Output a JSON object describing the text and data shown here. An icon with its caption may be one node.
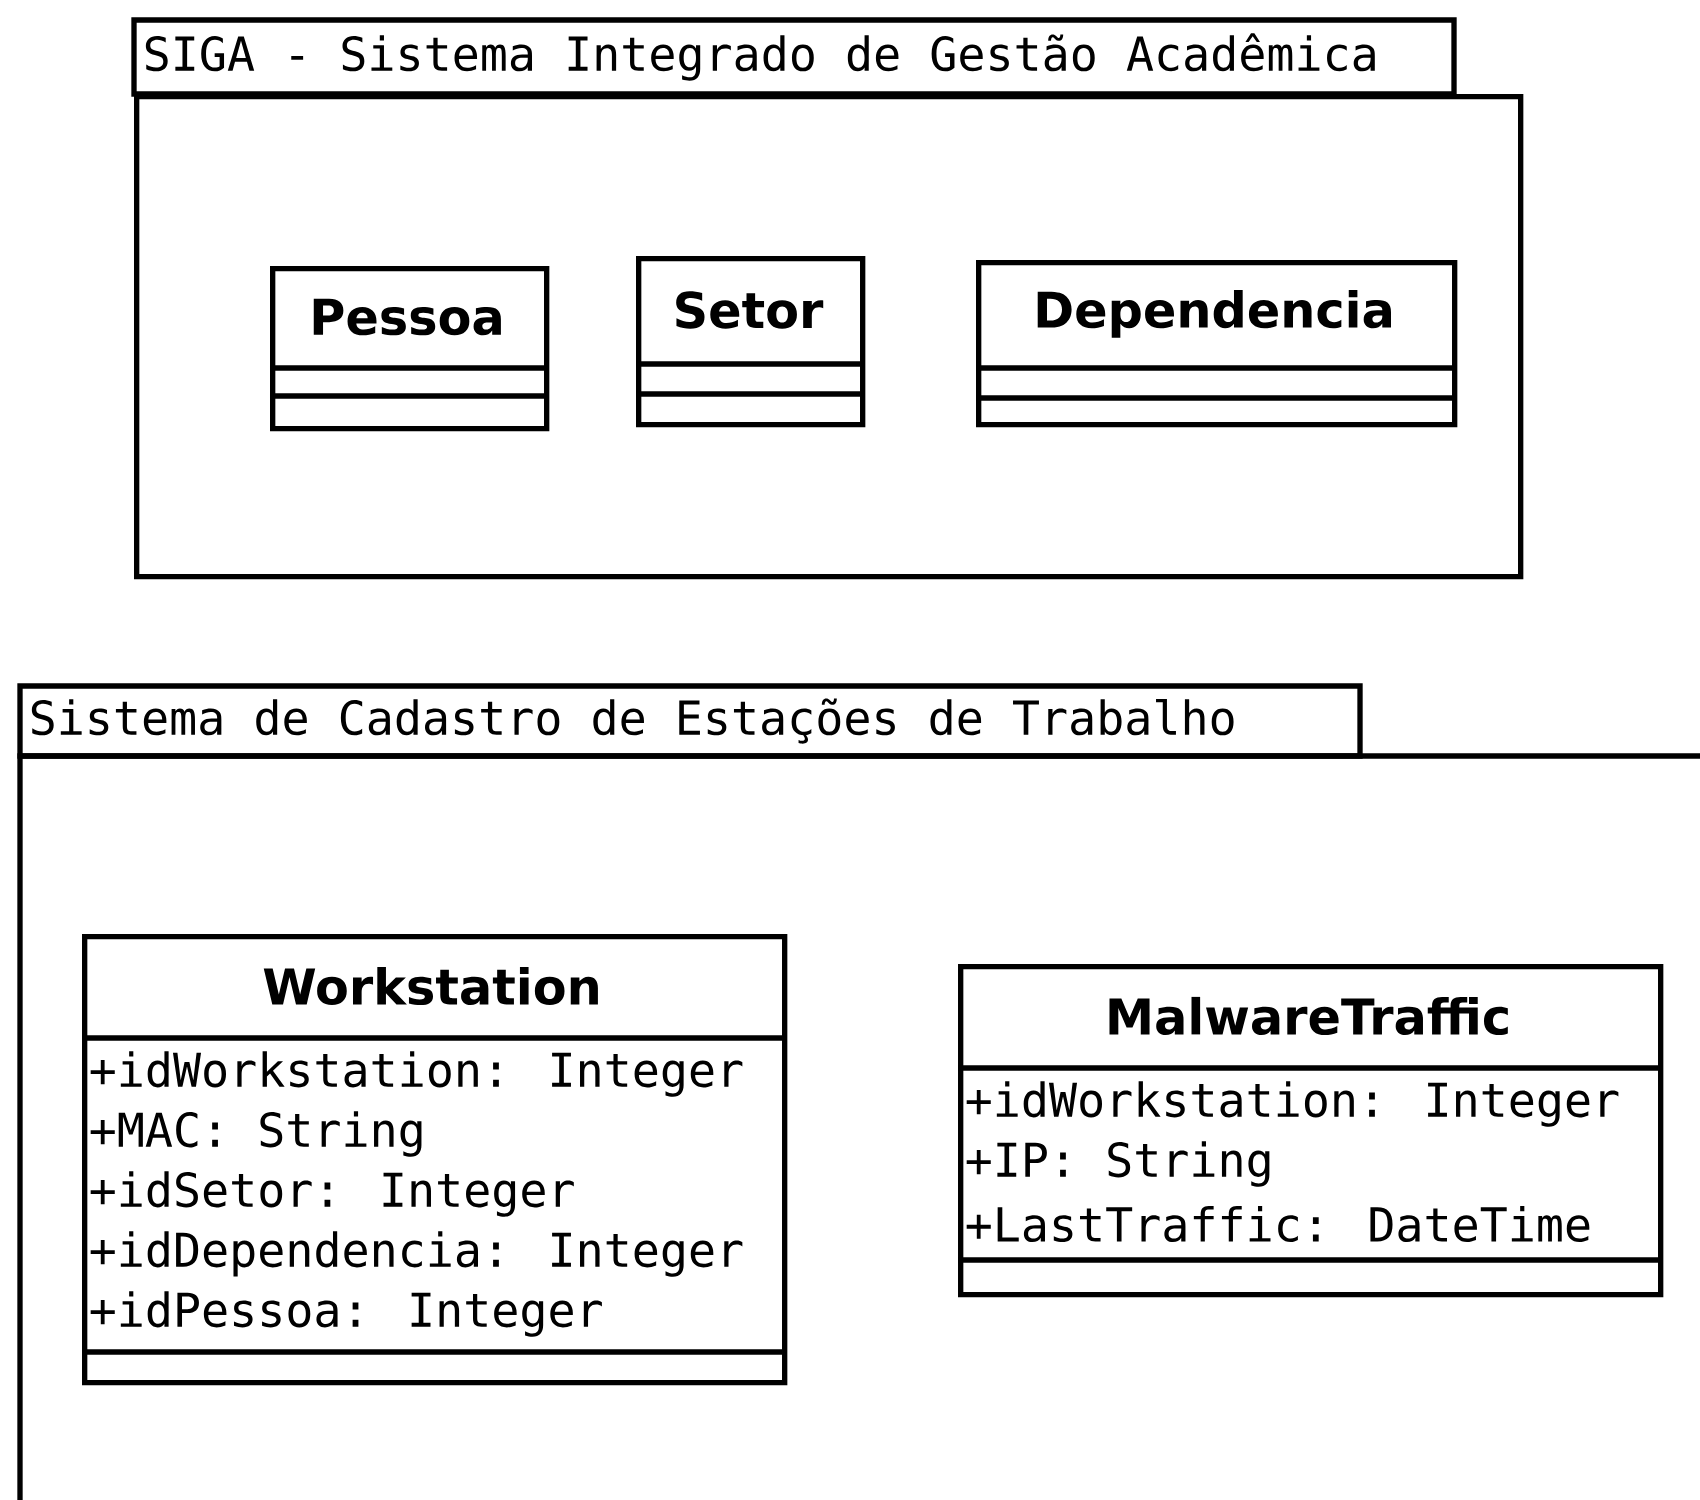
{
  "diagram": {
    "nodes": [
      {
        "text": [
          "SIGA - Sistema Integrado de Gestão Acadêmica"
        ]
      },
      {
        "text": [
          "Pessoa"
        ],
        "in": 0
      },
      {
        "text": [
          "Setor"
        ],
        "in": 0
      },
      {
        "text": [
          "Dependencia"
        ],
        "in": 0
      },
      {
        "text": [
          "Sistema de Cadastro de Estações de Trabalho"
        ]
      },
      {
        "text": [
          "Workstation",
          "+idWorkstation: Integer",
          "+MAC: String",
          "+idSetor: Integer",
          "+idDependencia: Integer",
          "+idPessoa: Integer"
        ],
        "in": 4
      },
      {
        "text": [
          "MalwareTraffic",
          "+idWorkstation: Integer",
          "+IP: String",
          "+LastTraffic: DateTime"
        ],
        "in": 4
      }
    ]
  }
}
